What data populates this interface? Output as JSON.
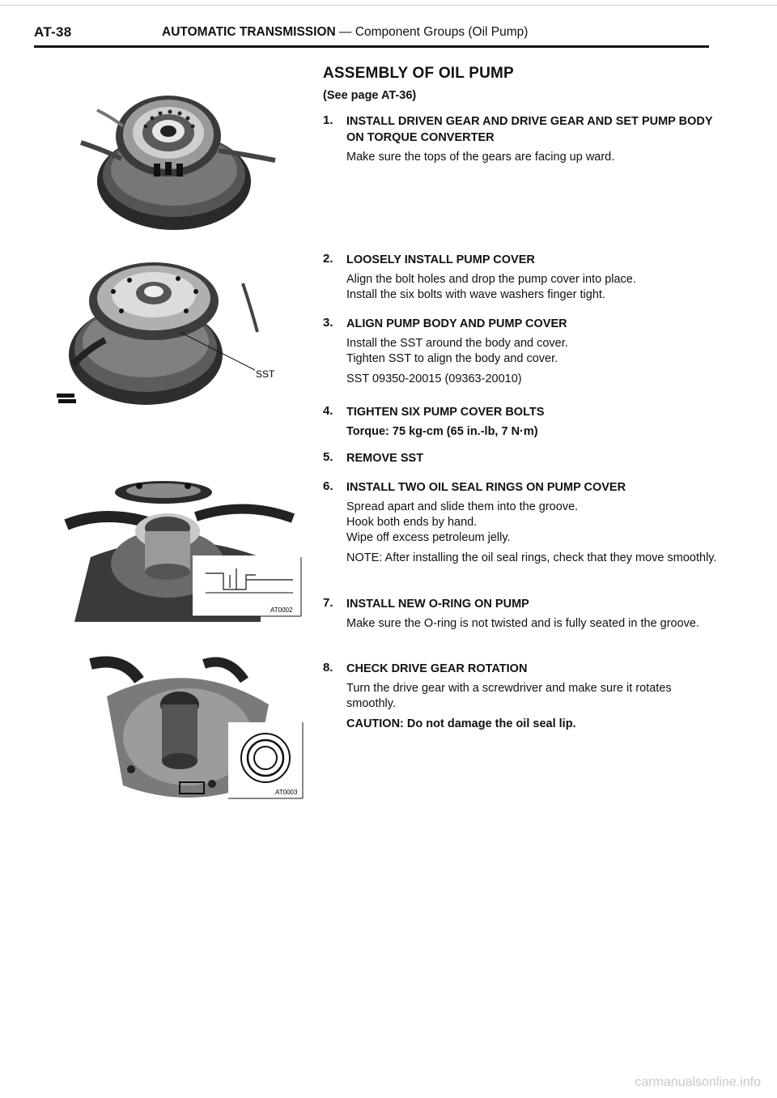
{
  "header": {
    "page_number": "AT-38",
    "title_bold": "AUTOMATIC TRANSMISSION",
    "title_rest": " — Component Groups (Oil Pump)"
  },
  "section": {
    "title": "ASSEMBLY OF OIL PUMP",
    "see": "(See page AT-36)"
  },
  "steps": [
    {
      "num": "1.",
      "heading": "INSTALL DRIVEN GEAR AND DRIVE GEAR AND SET PUMP BODY ON TORQUE CONVERTER",
      "lines": [
        "Make sure the tops of the gears are facing up ward."
      ]
    },
    {
      "num": "2.",
      "heading": "LOOSELY INSTALL PUMP COVER",
      "lines": [
        "Align the bolt holes and drop the pump cover into place.",
        "Install the six bolts with wave washers finger tight."
      ]
    },
    {
      "num": "3.",
      "heading": "ALIGN PUMP BODY AND PUMP COVER",
      "lines": [
        "Install the SST around the body and cover.",
        "Tighten SST to align the body and cover."
      ],
      "extra": "SST 09350-20015 (09363-20010)"
    },
    {
      "num": "4.",
      "heading": "TIGHTEN SIX PUMP COVER BOLTS",
      "torque": "Torque:   75 kg-cm (65 in.-lb, 7 N·m)"
    },
    {
      "num": "5.",
      "heading": "REMOVE SST"
    },
    {
      "num": "6.",
      "heading": "INSTALL TWO OIL SEAL RINGS ON PUMP COVER",
      "lines": [
        "Spread apart and slide them into the groove.",
        "Hook both ends by hand.",
        "Wipe off excess petroleum jelly."
      ],
      "note": "NOTE:   After installing the oil seal rings, check that they move smoothly."
    },
    {
      "num": "7.",
      "heading": "INSTALL NEW O-RING ON PUMP",
      "lines": [
        "Make sure the O-ring is not twisted and is fully seated in the groove."
      ]
    },
    {
      "num": "8.",
      "heading": "CHECK DRIVE GEAR ROTATION",
      "lines": [
        "Turn the drive gear with a screwdriver and make sure it rotates smoothly."
      ],
      "caution": "CAUTION:   Do not damage the oil seal lip."
    }
  ],
  "figures": {
    "fig2_label": "SST",
    "fig3_code": "AT0002",
    "fig4_code": "AT0003"
  },
  "footer": {
    "watermark": "carmanualsonline.info"
  }
}
